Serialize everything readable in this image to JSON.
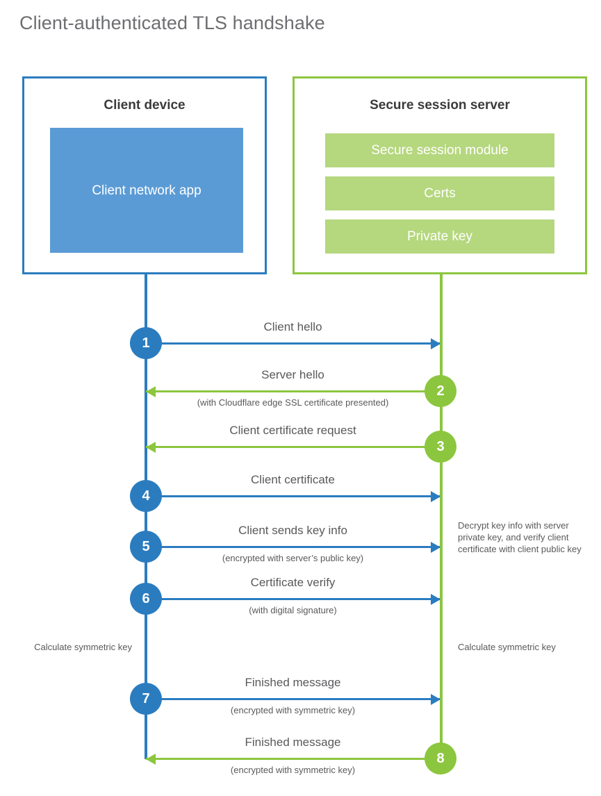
{
  "title": "Client-authenticated TLS handshake",
  "colors": {
    "client_blue": "#2b7cbf",
    "client_app_blue": "#5b9bd5",
    "server_green": "#8cc63f",
    "server_block_green": "#b5d77e",
    "text_gray": "#58595b",
    "heading_gray": "#6d6e71"
  },
  "parties": {
    "client": {
      "title": "Client device",
      "blocks": [
        {
          "label": "Client network app"
        }
      ]
    },
    "server": {
      "title": "Secure session server",
      "blocks": [
        {
          "label": "Secure session module"
        },
        {
          "label": "Certs"
        },
        {
          "label": "Private key"
        }
      ]
    }
  },
  "messages": [
    {
      "number": "1",
      "direction": "to-server",
      "label": "Client hello",
      "sub": ""
    },
    {
      "number": "2",
      "direction": "to-client",
      "label": "Server hello",
      "sub": "(with Cloudflare edge SSL certificate presented)"
    },
    {
      "number": "3",
      "direction": "to-client",
      "label": "Client certificate request",
      "sub": ""
    },
    {
      "number": "4",
      "direction": "to-server",
      "label": "Client certificate",
      "sub": ""
    },
    {
      "number": "5",
      "direction": "to-server",
      "label": "Client sends key info",
      "sub": "(encrypted with server’s public key)"
    },
    {
      "number": "6",
      "direction": "to-server",
      "label": "Certificate verify",
      "sub": "(with digital signature)"
    },
    {
      "number": "7",
      "direction": "to-server",
      "label": "Finished message",
      "sub": "(encrypted with symmetric key)"
    },
    {
      "number": "8",
      "direction": "to-client",
      "label": "Finished message",
      "sub": "(encrypted with symmetric key)"
    }
  ],
  "annotations": {
    "server_decrypt": "Decrypt key info with server private key, and verify client certificate with client public key",
    "client_calculate": "Calculate symmetric key",
    "server_calculate": "Calculate symmetric key"
  }
}
